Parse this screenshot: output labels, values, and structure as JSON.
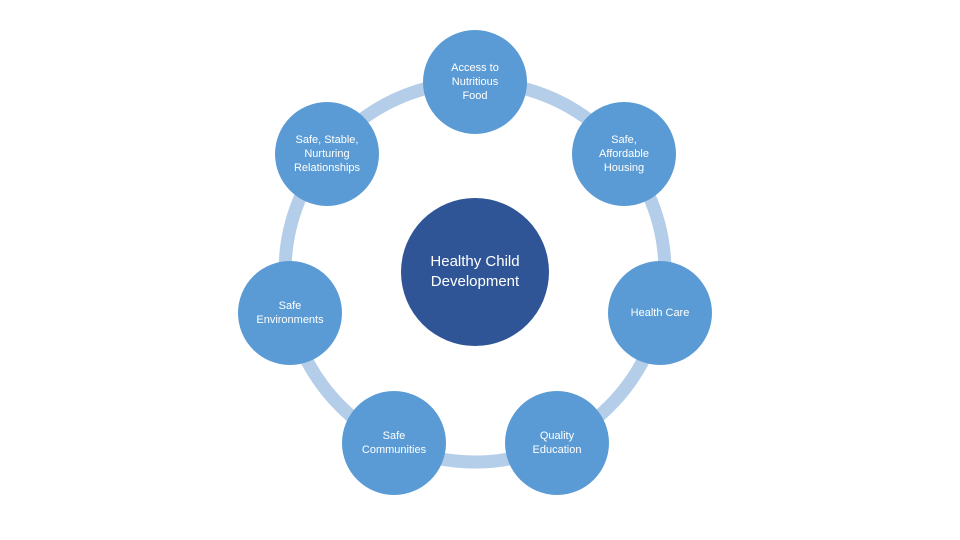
{
  "diagram": {
    "center": "Healthy Child\nDevelopment",
    "nodes": [
      "Access to\nNutritious\nFood",
      "Safe,\nAffordable\nHousing",
      "Health Care",
      "Quality\nEducation",
      "Safe\nCommunities",
      "Safe\nEnvironments",
      "Safe, Stable,\nNurturing\nRelationships"
    ]
  },
  "colors": {
    "node": "#5b9bd5",
    "center": "#2f5597",
    "ring": "#b4cde9"
  }
}
